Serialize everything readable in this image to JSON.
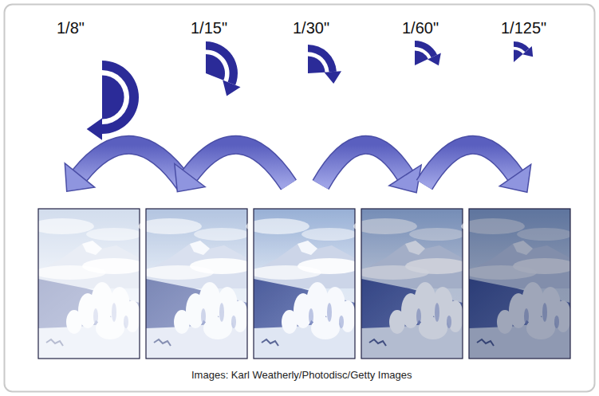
{
  "diagram": {
    "caption": "Images: Karl Weatherly/Photodisc/Getty Images",
    "labels": [
      "1/8\"",
      "1/15\"",
      "1/30\"",
      "1/60\"",
      "1/125\""
    ]
  }
}
